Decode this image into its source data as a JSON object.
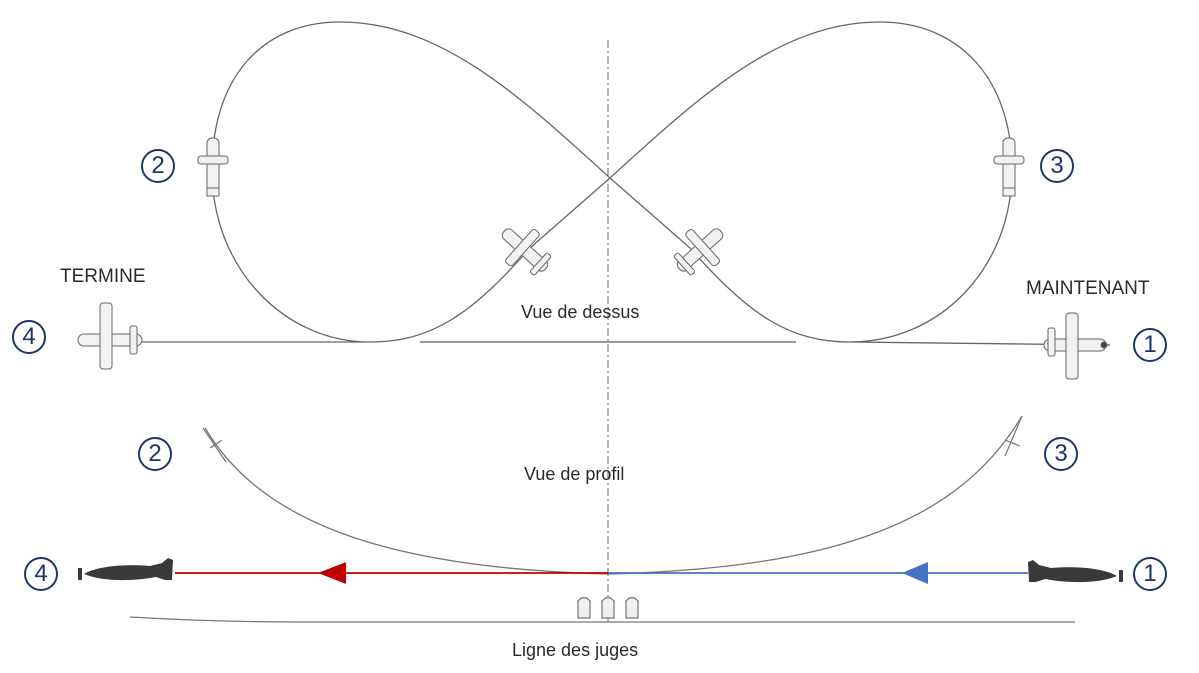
{
  "labels": {
    "termine": "TERMINE",
    "maintenant": "MAINTENANT",
    "vue_dessus": "Vue de dessus",
    "vue_profil": "Vue de profil",
    "ligne_juges": "Ligne des juges"
  },
  "markers": {
    "top_left": "2",
    "top_right": "3",
    "mid_left": "4",
    "mid_right": "1",
    "profile_left": "2",
    "profile_right": "3",
    "bottom_left": "4",
    "bottom_right": "1"
  },
  "colors": {
    "exit_arrow": "#c00000",
    "entry_arrow": "#4472c4",
    "marker": "#1f3566",
    "outline": "#555555"
  }
}
